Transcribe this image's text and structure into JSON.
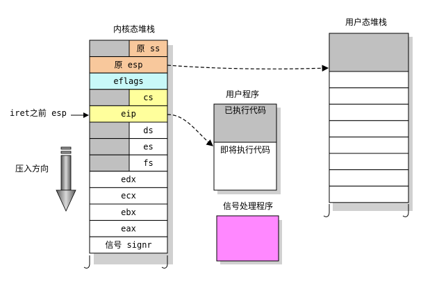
{
  "kernel_stack": {
    "title": "内核态堆栈",
    "rows": [
      {
        "left": "",
        "right": "原 ss",
        "split": true,
        "fill_left": "#c0c0c0",
        "fill_right": "#f8c89c"
      },
      {
        "full": "原 esp",
        "fill": "#f8c89c"
      },
      {
        "full": "eflags",
        "fill": "#c8f8f8"
      },
      {
        "left": "",
        "right": "cs",
        "split": true,
        "fill_left": "#c0c0c0",
        "fill_right": "#ffff9c"
      },
      {
        "full": "eip",
        "fill": "#ffff9c"
      },
      {
        "left": "",
        "right": "ds",
        "split": true,
        "fill_left": "#c0c0c0",
        "fill_right": "#ffffff"
      },
      {
        "left": "",
        "right": "es",
        "split": true,
        "fill_left": "#c0c0c0",
        "fill_right": "#ffffff"
      },
      {
        "left": "",
        "right": "fs",
        "split": true,
        "fill_left": "#c0c0c0",
        "fill_right": "#ffffff"
      },
      {
        "full": "edx",
        "fill": "#ffffff"
      },
      {
        "full": "ecx",
        "fill": "#ffffff"
      },
      {
        "full": "ebx",
        "fill": "#ffffff"
      },
      {
        "full": "eax",
        "fill": "#ffffff"
      },
      {
        "full": "信号 signr",
        "fill": "#ffffff"
      }
    ]
  },
  "labels": {
    "iret_esp": "iret之前 esp",
    "push_direction": "压入方向"
  },
  "user_program": {
    "title": "用户程序",
    "executed": "已执行代码",
    "to_execute": "即将执行代码"
  },
  "signal_handler": {
    "title": "信号处理程序",
    "fill": "#ff88ff"
  },
  "user_stack": {
    "title": "用户态堆栈",
    "top_fill": "#c0c0c0",
    "empty_rows": 8
  }
}
